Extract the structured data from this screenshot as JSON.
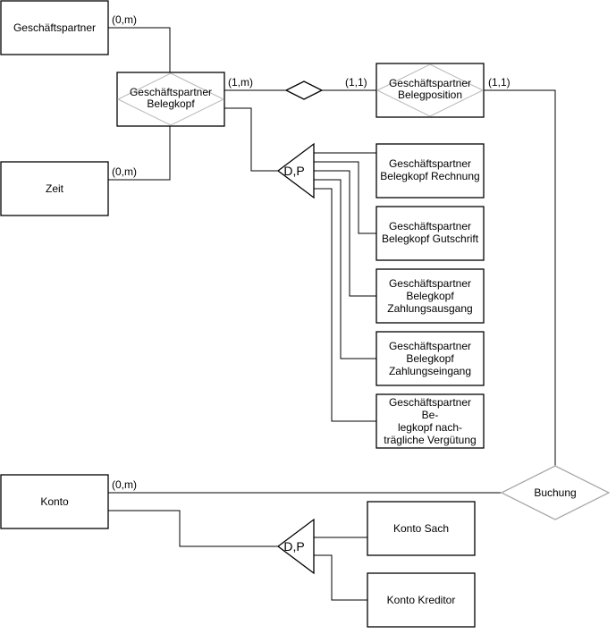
{
  "entities": {
    "geschaeftspartner": "Geschäftspartner",
    "zeit": "Zeit",
    "konto": "Konto",
    "belegposition": [
      "Geschäftspartner",
      "Belegposition"
    ],
    "rechnung": [
      "Geschäftspartner",
      "Belegkopf Rechnung"
    ],
    "gutschrift": [
      "Geschäftspartner",
      "Belegkopf Gutschrift"
    ],
    "zahlungsausgang": [
      "Geschäftspartner",
      "Belegkopf",
      "Zahlungsausgang"
    ],
    "zahlungseingang": [
      "Geschäftspartner",
      "Belegkopf",
      "Zahlungseingang"
    ],
    "verguetung": [
      "Geschäftspartner",
      "Be-",
      "legkopf nach-",
      "trägliche Vergütung"
    ],
    "konto_sach": "Konto Sach",
    "konto_kreditor": "Konto Kreditor"
  },
  "relationships": {
    "belegkopf": [
      "Geschäftspartner",
      "Belegkopf"
    ],
    "buchung": "Buchung"
  },
  "cardinalities": {
    "gp_belegkopf": "(0,m)",
    "zeit_belegkopf": "(0,m)",
    "belegkopf_rel": "(1,m)",
    "rel_belegposition": "(1,1)",
    "belegposition_buchung": "(1,1)",
    "konto_buchung": "(0,m)"
  },
  "generalizations": {
    "belegkopf_gen": "D,P",
    "konto_gen": "D,P"
  }
}
